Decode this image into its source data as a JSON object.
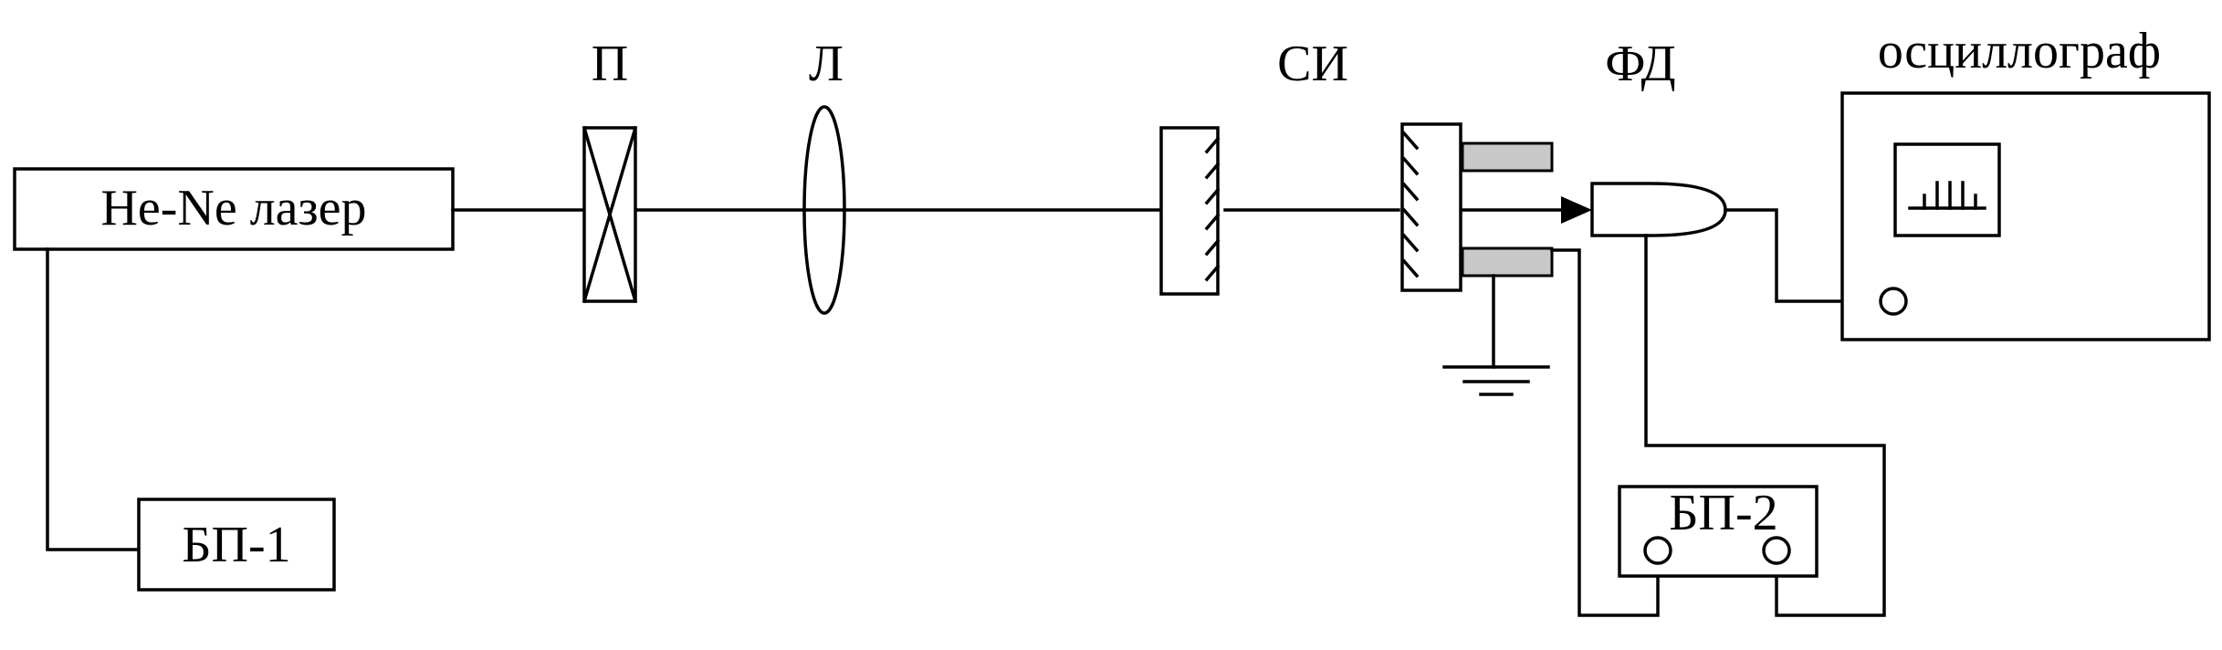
{
  "labels": {
    "polarizer": "П",
    "lens": "Л",
    "interferometer": "СИ",
    "photodiode": "ФД",
    "oscilloscope": "осциллограф"
  },
  "boxes": {
    "laser": "He-Ne лазер",
    "psu1": "БП-1",
    "psu2": "БП-2"
  }
}
